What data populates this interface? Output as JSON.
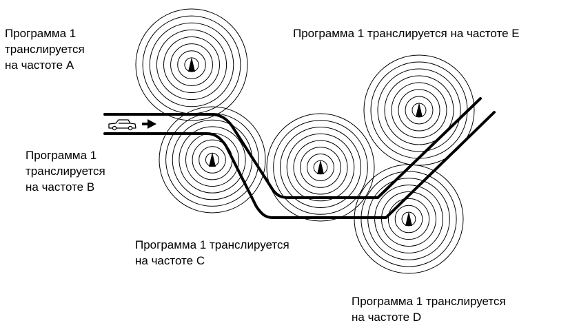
{
  "labels": {
    "a": {
      "line1": "Программа 1",
      "line2": "транслируется",
      "line3": "на частоте A"
    },
    "b": {
      "line1": "Программа 1",
      "line2": "транслируется",
      "line3": "на частоте B"
    },
    "c": {
      "line1": "Программа 1 транслируется",
      "line2": "на частоте C"
    },
    "d": {
      "line1": "Программа 1 транслируется",
      "line2": "на частоте D"
    },
    "e": {
      "line1": "Программа 1 транслируется на частоте E"
    }
  },
  "colors": {
    "stroke": "#000000",
    "background": "#ffffff"
  },
  "icons": {
    "vehicle": "car-icon",
    "direction": "arrow-right-icon",
    "transmitter": "transmitter-tower-icon"
  }
}
